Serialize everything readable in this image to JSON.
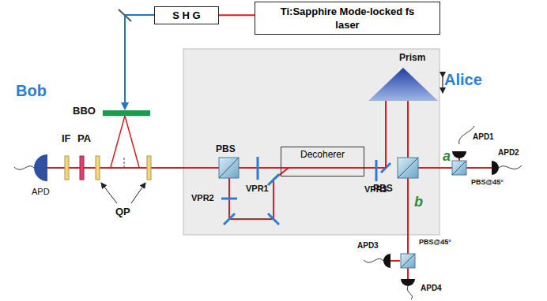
{
  "diagram": {
    "nodes": [
      {
        "text": [
          "S H G"
        ]
      },
      {
        "text": [
          "Ti:Sapphire Mode-locked fs laser"
        ]
      },
      {
        "text": [
          "Alice"
        ]
      },
      {
        "text": [
          "Decoherer"
        ],
        "in": 2
      }
    ],
    "edges": [
      {
        "from": 0,
        "to": 1,
        "arrow": "none"
      }
    ],
    "labels": [
      "Bob",
      "APD",
      "IF",
      "PA",
      "BBO",
      "QP",
      "PBS",
      "VPR1",
      "VPR2",
      "VPR3",
      "Prism",
      "PBS",
      "a",
      "b",
      "APD1",
      "APD2",
      "PBS@45°",
      "APD3",
      "APD4",
      "PBS@45°"
    ]
  }
}
